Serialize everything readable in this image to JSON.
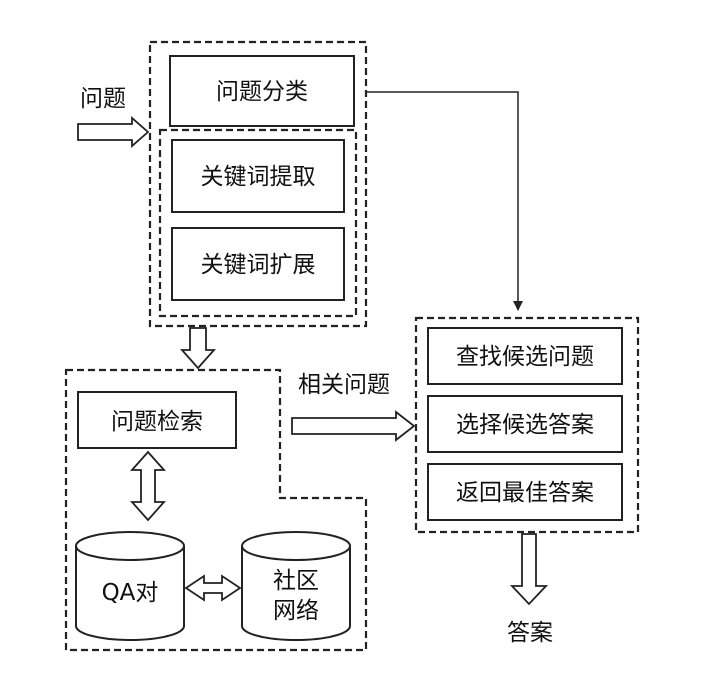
{
  "input_label": "问题",
  "analysis": {
    "classify": "问题分类",
    "keyword_extract": "关键词提取",
    "keyword_expand": "关键词扩展"
  },
  "retrieval": {
    "search": "问题检索",
    "qa_pairs": "QA对",
    "community_line1": "社区",
    "community_line2": "网络"
  },
  "related_label": "相关问题",
  "answer": {
    "find_candidates": "查找候选问题",
    "select_answers": "选择候选答案",
    "return_best": "返回最佳答案"
  },
  "output_label": "答案"
}
